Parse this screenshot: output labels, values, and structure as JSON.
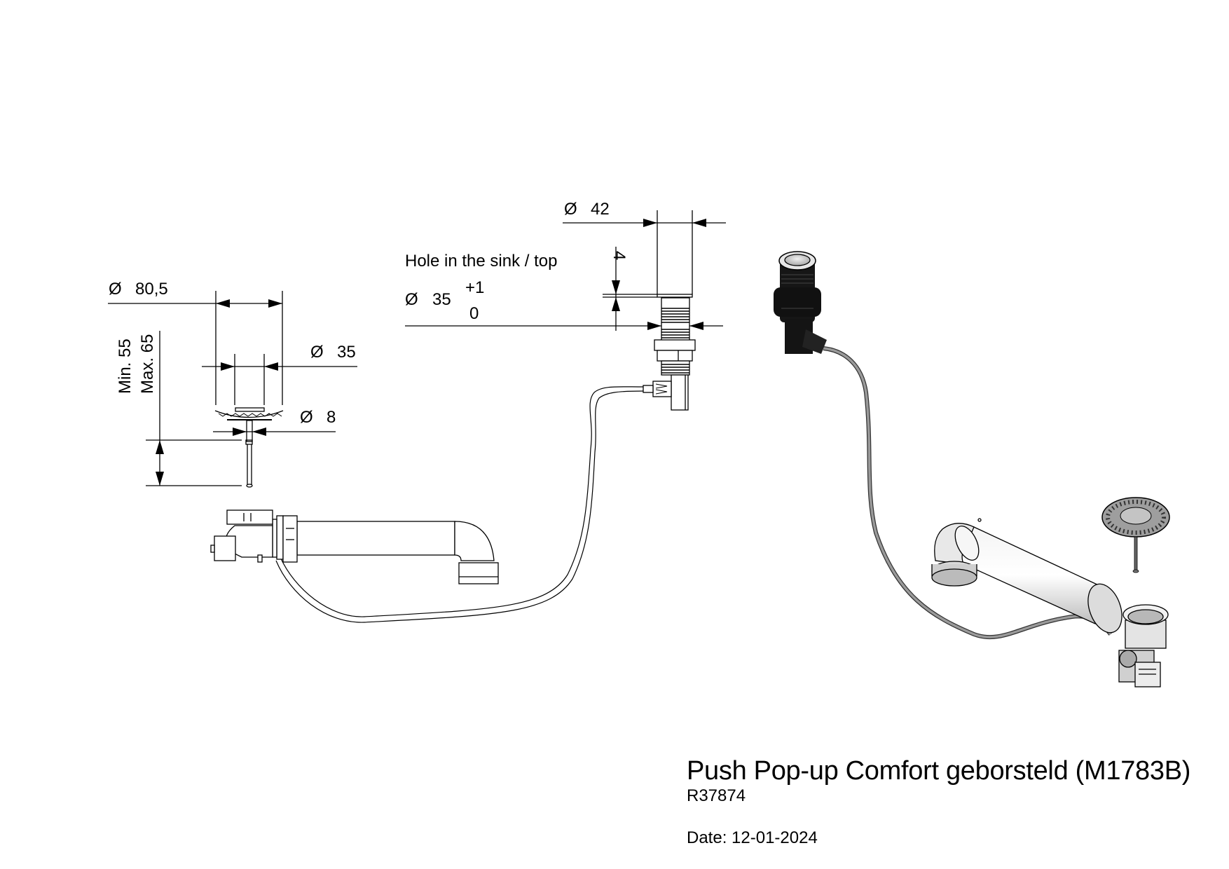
{
  "drawing": {
    "title": "Push Pop-up Comfort geborsteld (M1783B)",
    "reference": "R37874",
    "date_label": "Date: 12-01-2024",
    "diameter_symbol": "Ø"
  },
  "strainer_view": {
    "dims": {
      "outer_diameter": "80,5",
      "inner_diameter": "35",
      "stem_diameter": "8",
      "min_length": "Min. 55",
      "max_length": "Max. 65"
    }
  },
  "button_view": {
    "hole_label": "Hole in the sink / top",
    "hole_diameter": "35",
    "tolerance_upper": "+1",
    "tolerance_lower": "0",
    "flange_diameter": "42",
    "flange_thickness": "4"
  },
  "colors": {
    "line": "#000000",
    "cable_shaded": "#8a8a8a",
    "body_dark": "#1a1a1a",
    "metal_light": "#d8d8d8"
  }
}
